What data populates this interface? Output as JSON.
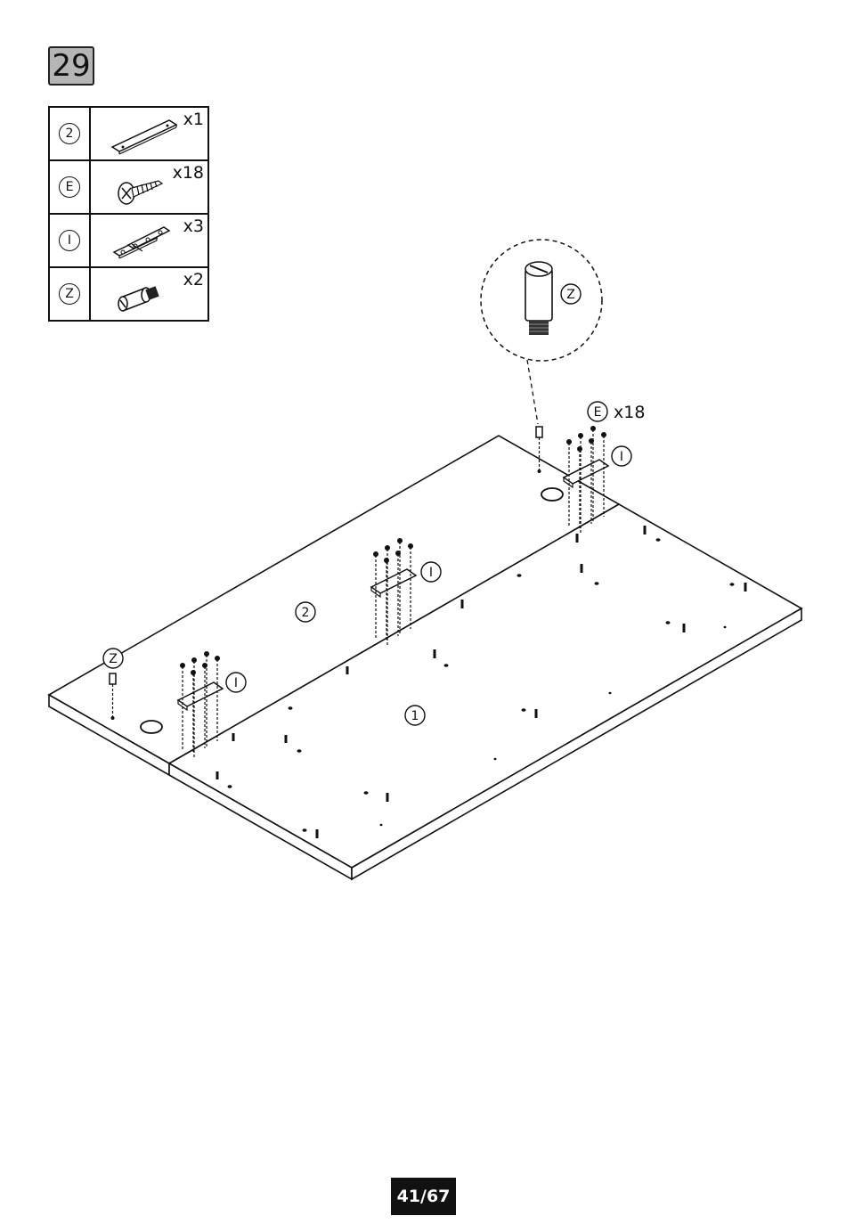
{
  "step": {
    "number": "29"
  },
  "parts": [
    {
      "id": "2",
      "quantity": "x1",
      "icon": "panel-strip-icon"
    },
    {
      "id": "E",
      "quantity": "x18",
      "icon": "screw-icon"
    },
    {
      "id": "I",
      "quantity": "x3",
      "icon": "hinge-icon"
    },
    {
      "id": "Z",
      "quantity": "x2",
      "icon": "stopper-bolt-icon"
    }
  ],
  "diagram": {
    "panel_1_label": "1",
    "panel_2_label": "2",
    "hinge_label": "I",
    "stopper_label": "Z",
    "screw_callout_id": "E",
    "screw_callout_qty": "x18",
    "detail_label": "Z"
  },
  "page": {
    "number": "41/67"
  }
}
